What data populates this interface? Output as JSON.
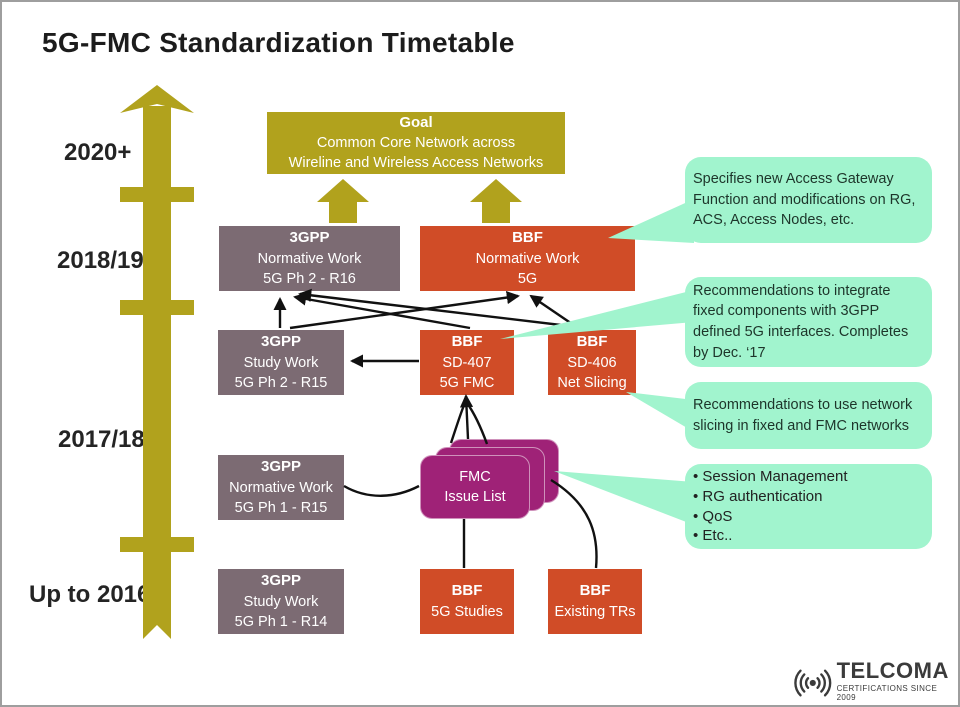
{
  "title": "5G-FMC Standardization Timetable",
  "colors": {
    "olive": "#b1a21d",
    "slate_gray": "#7c6b73",
    "red_orange": "#d04c27",
    "magenta": "#9f2277",
    "mint": "#a1f4ce",
    "ink": "#1c1c1c"
  },
  "timeline": {
    "labels": [
      "2020+",
      "2018/19",
      "2017/18",
      "Up to 2016"
    ]
  },
  "goal": {
    "heading": "Goal",
    "line1": "Common Core Network across",
    "line2": "Wireline and Wireless Access Networks"
  },
  "boxes": {
    "gpp_norm_r16": {
      "org": "3GPP",
      "line1": "Normative Work",
      "line2": "5G Ph 2 - R16"
    },
    "bbf_norm_5g": {
      "org": "BBF",
      "line1": "Normative Work",
      "line2": "5G"
    },
    "gpp_study_r15": {
      "org": "3GPP",
      "line1": "Study Work",
      "line2": "5G Ph 2 - R15"
    },
    "bbf_sd407": {
      "org": "BBF",
      "line1": "SD-407",
      "line2": "5G FMC"
    },
    "bbf_sd406": {
      "org": "BBF",
      "line1": "SD-406",
      "line2": "Net Slicing"
    },
    "gpp_norm_r15": {
      "org": "3GPP",
      "line1": "Normative Work",
      "line2": "5G Ph 1 - R15"
    },
    "fmc": {
      "line1": "FMC",
      "line2": "Issue List"
    },
    "gpp_study_r14": {
      "org": "3GPP",
      "line1": "Study Work",
      "line2": "5G Ph 1 - R14"
    },
    "bbf_5g_studies": {
      "org": "BBF",
      "line1": "5G Studies"
    },
    "bbf_existing_trs": {
      "org": "BBF",
      "line1": "Existing TRs"
    }
  },
  "callouts": {
    "agf": "Specifies new Access Gateway Function and modifications on RG, ACS, Access Nodes, etc.",
    "integrate": "Recommendations to integrate fixed components with 3GPP defined 5G interfaces. Completes by Dec. ‘17",
    "slicing": "Recommendations to use network slicing in fixed and FMC networks",
    "bullets": [
      "Session Management",
      "RG authentication",
      "QoS",
      "Etc.."
    ]
  },
  "logo": {
    "name": "TELCOMA",
    "tagline": "CERTIFICATIONS SINCE 2009"
  }
}
